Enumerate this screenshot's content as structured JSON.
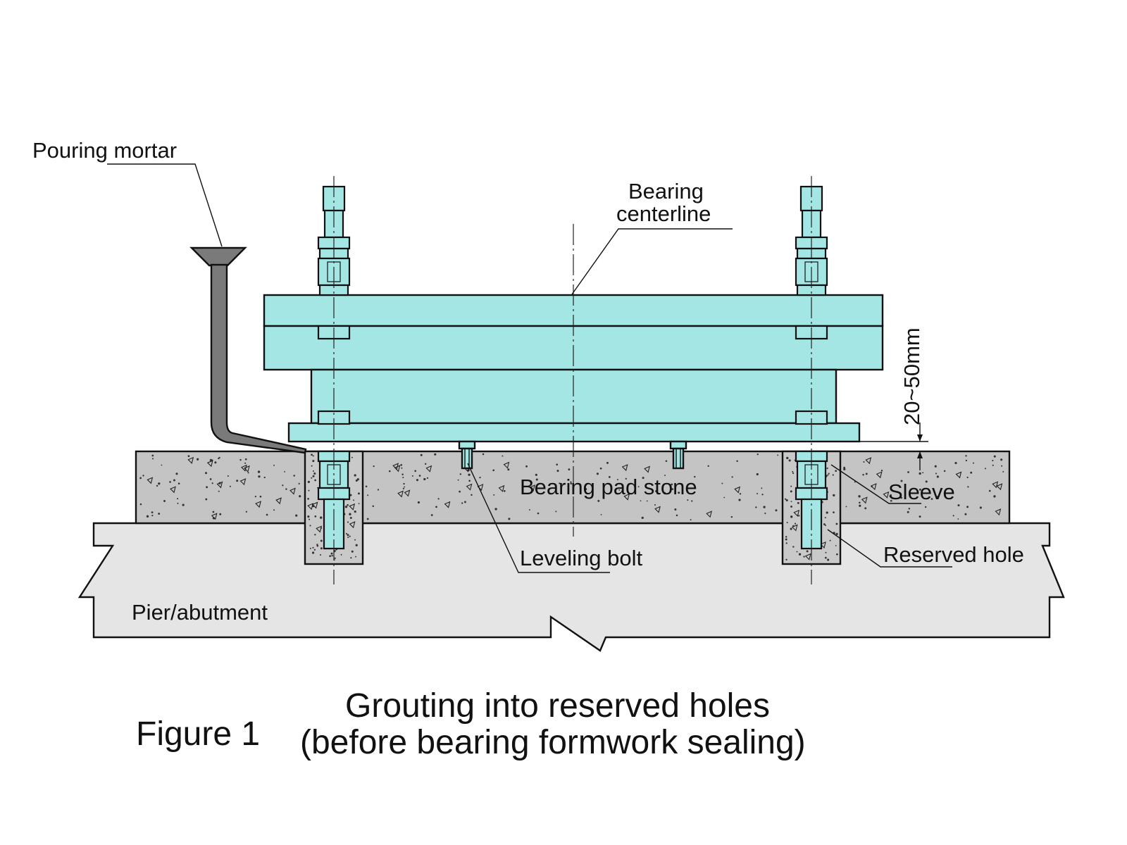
{
  "labels": {
    "pouring_mortar": "Pouring mortar",
    "bearing_centerline_1": "Bearing",
    "bearing_centerline_2": "centerline",
    "dimension": "20~50mm",
    "bearing_pad_stone": "Bearing pad stone",
    "sleeve": "Sleeve",
    "leveling_bolt": "Leveling bolt",
    "reserved_hole": "Reserved hole",
    "pier_abutment": "Pier/abutment"
  },
  "caption": {
    "figure": "Figure 1",
    "line1": "Grouting into reserved holes",
    "line2": "(before bearing formwork sealing)"
  },
  "colors": {
    "bearing": "#a3e6e4",
    "pad_stone": "#c4c4c4",
    "pier": "#e5e5e5",
    "funnel": "#7a7a7a",
    "grout": "#c9c9c9",
    "outline": "#111111"
  }
}
